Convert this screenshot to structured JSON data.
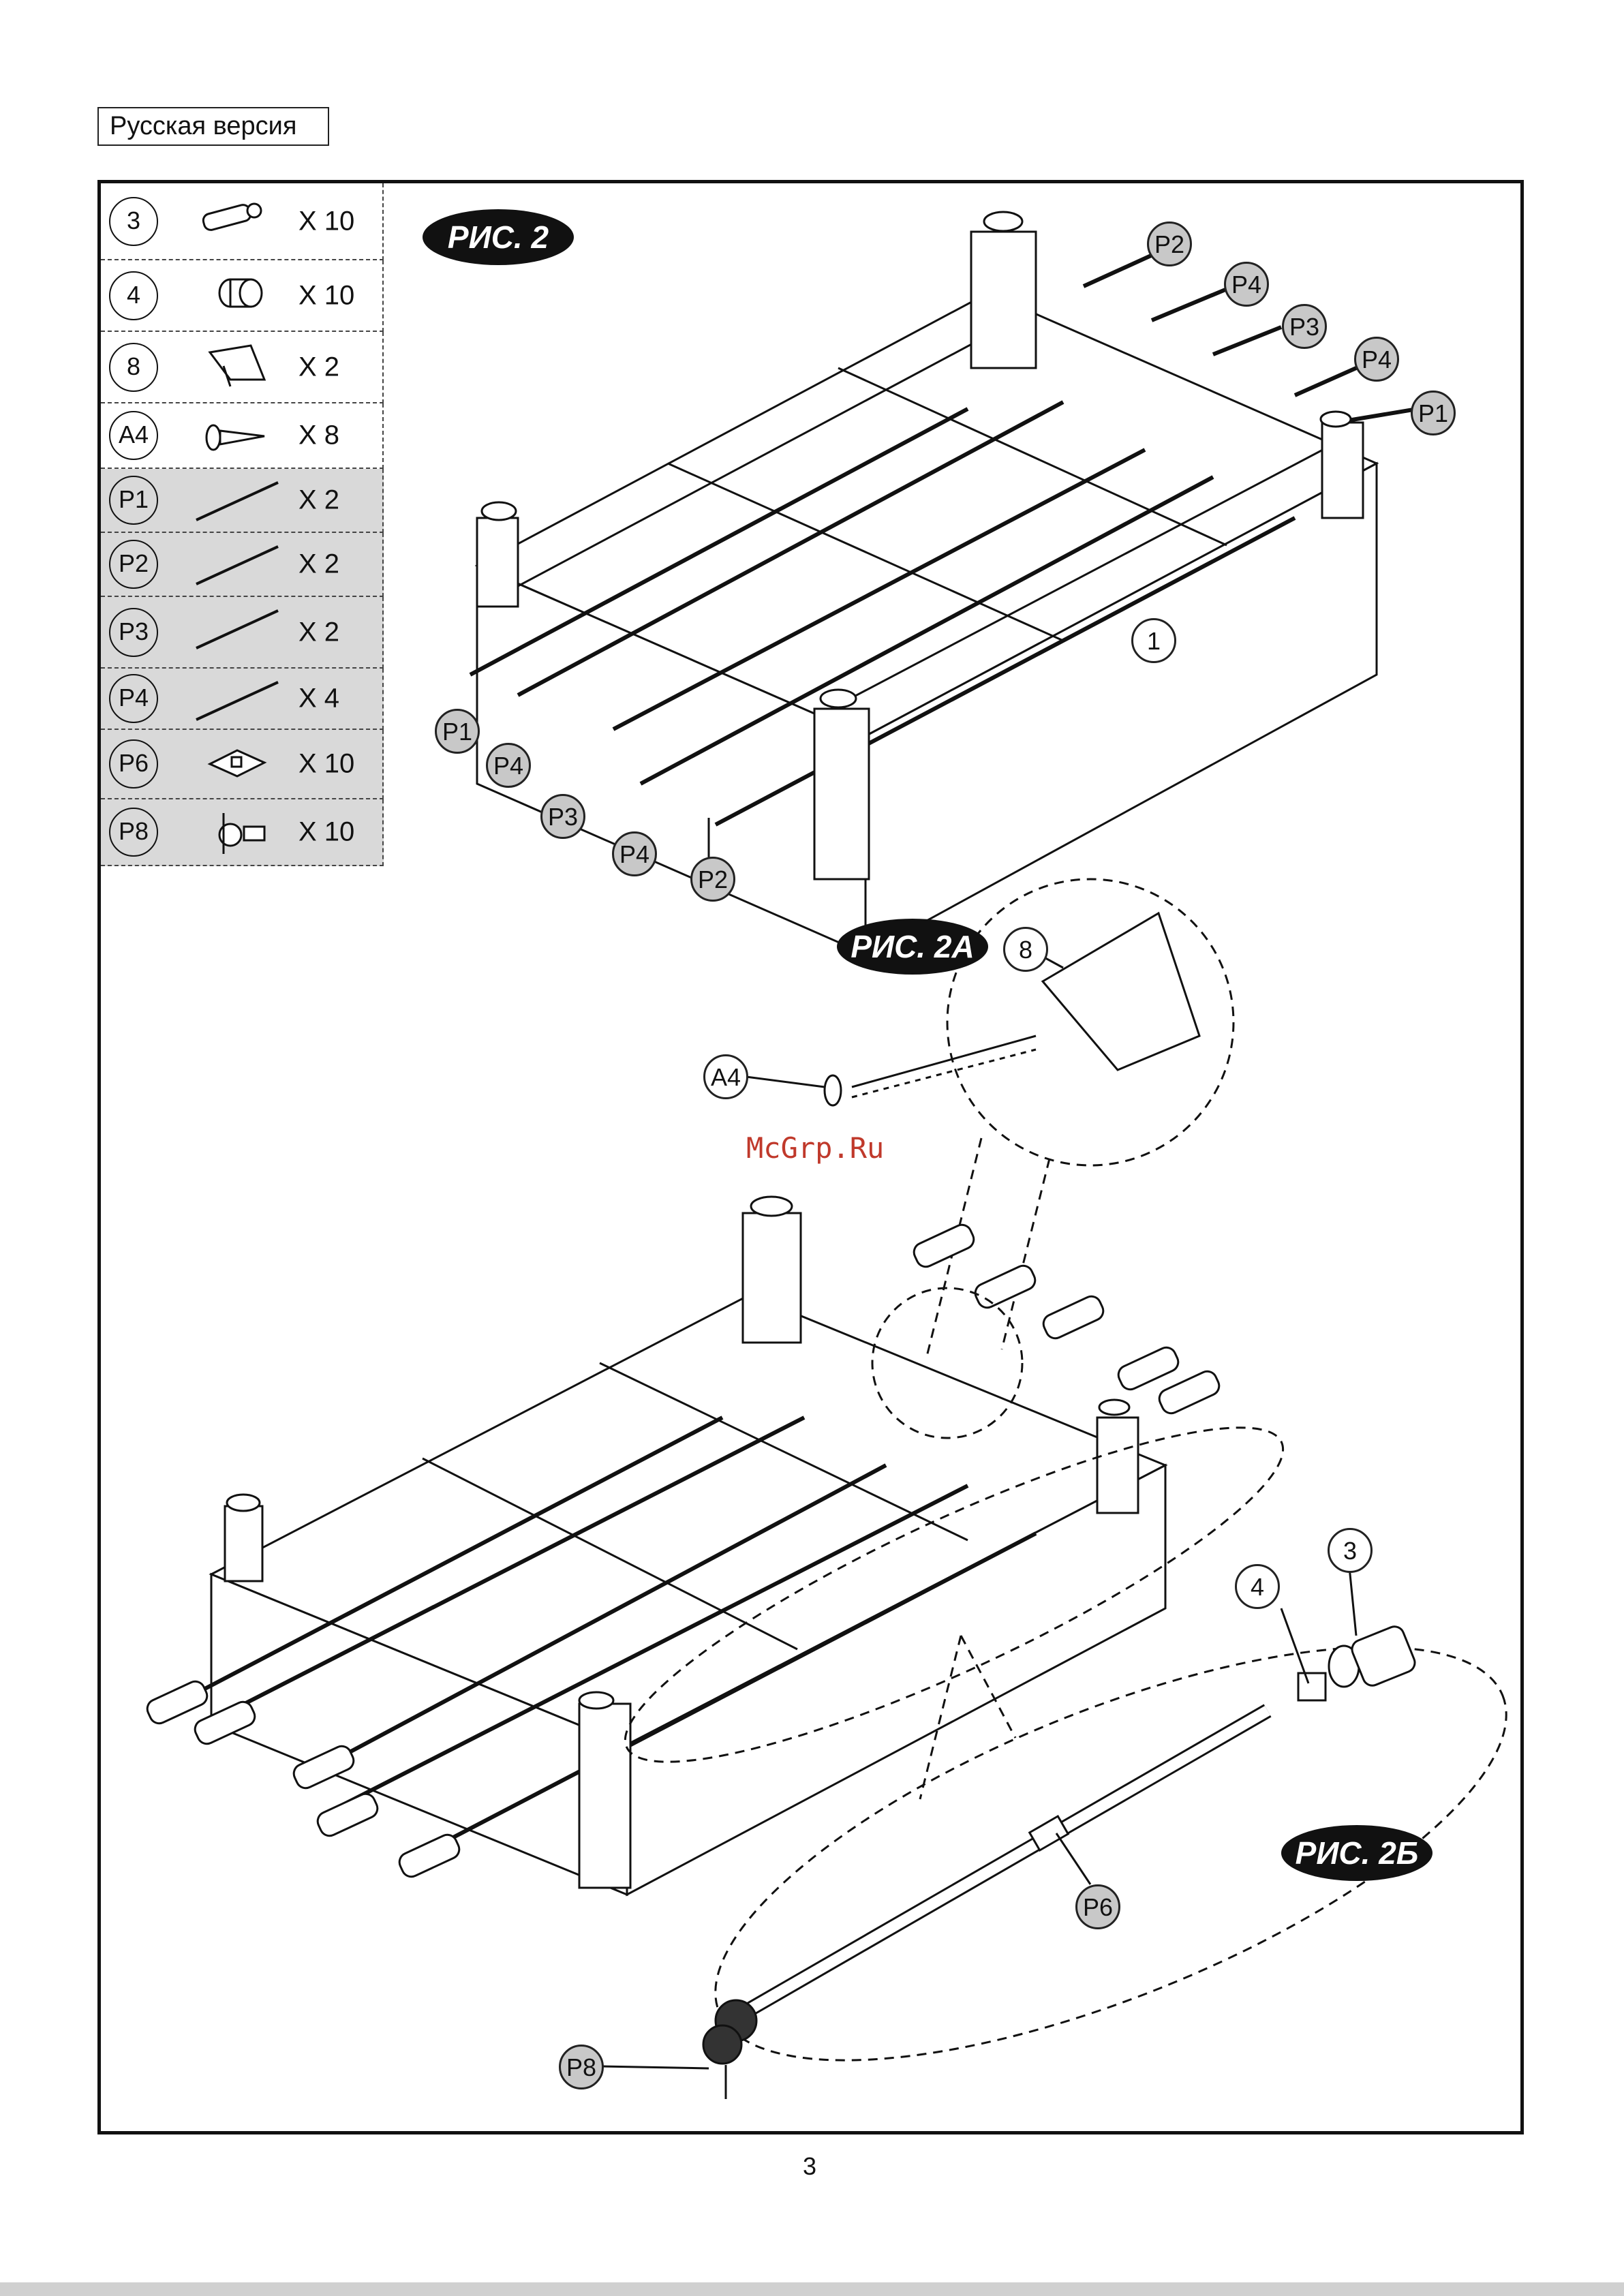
{
  "header": {
    "language_label": "Русская версия"
  },
  "parts": [
    {
      "id": "3",
      "qty": "X 10",
      "icon": "handle-grip-icon",
      "grey": false
    },
    {
      "id": "4",
      "qty": "X 10",
      "icon": "washer-icon",
      "grey": false
    },
    {
      "id": "8",
      "qty": "X 2",
      "icon": "goal-icon",
      "grey": false
    },
    {
      "id": "A4",
      "qty": "X 8",
      "icon": "screw-icon",
      "grey": false
    },
    {
      "id": "P1",
      "qty": "X 2",
      "icon": "rod-icon",
      "grey": true
    },
    {
      "id": "P2",
      "qty": "X 2",
      "icon": "rod-icon",
      "grey": true
    },
    {
      "id": "P3",
      "qty": "X 2",
      "icon": "rod-icon",
      "grey": true
    },
    {
      "id": "P4",
      "qty": "X 4",
      "icon": "rod-icon",
      "grey": true
    },
    {
      "id": "P6",
      "qty": "X 10",
      "icon": "rod-guide-icon",
      "grey": true
    },
    {
      "id": "P8",
      "qty": "X 10",
      "icon": "player-figure-icon",
      "grey": true
    }
  ],
  "figures": {
    "fig2": "РИС. 2",
    "fig2a": "РИС. 2А",
    "fig2b": "РИС. 2Б"
  },
  "callouts": {
    "c1": "1",
    "p2_top": "P2",
    "p4_top1": "P4",
    "p3_top": "P3",
    "p4_top2": "P4",
    "p1_top": "P1",
    "p1_left": "P1",
    "p4_left1": "P4",
    "p3_left": "P3",
    "p4_left2": "P4",
    "p2_left": "P2",
    "c8": "8",
    "a4": "A4",
    "c4": "4",
    "c3": "3",
    "p6": "P6",
    "p8": "P8"
  },
  "watermark": "McGrp.Ru",
  "page_number": "3"
}
